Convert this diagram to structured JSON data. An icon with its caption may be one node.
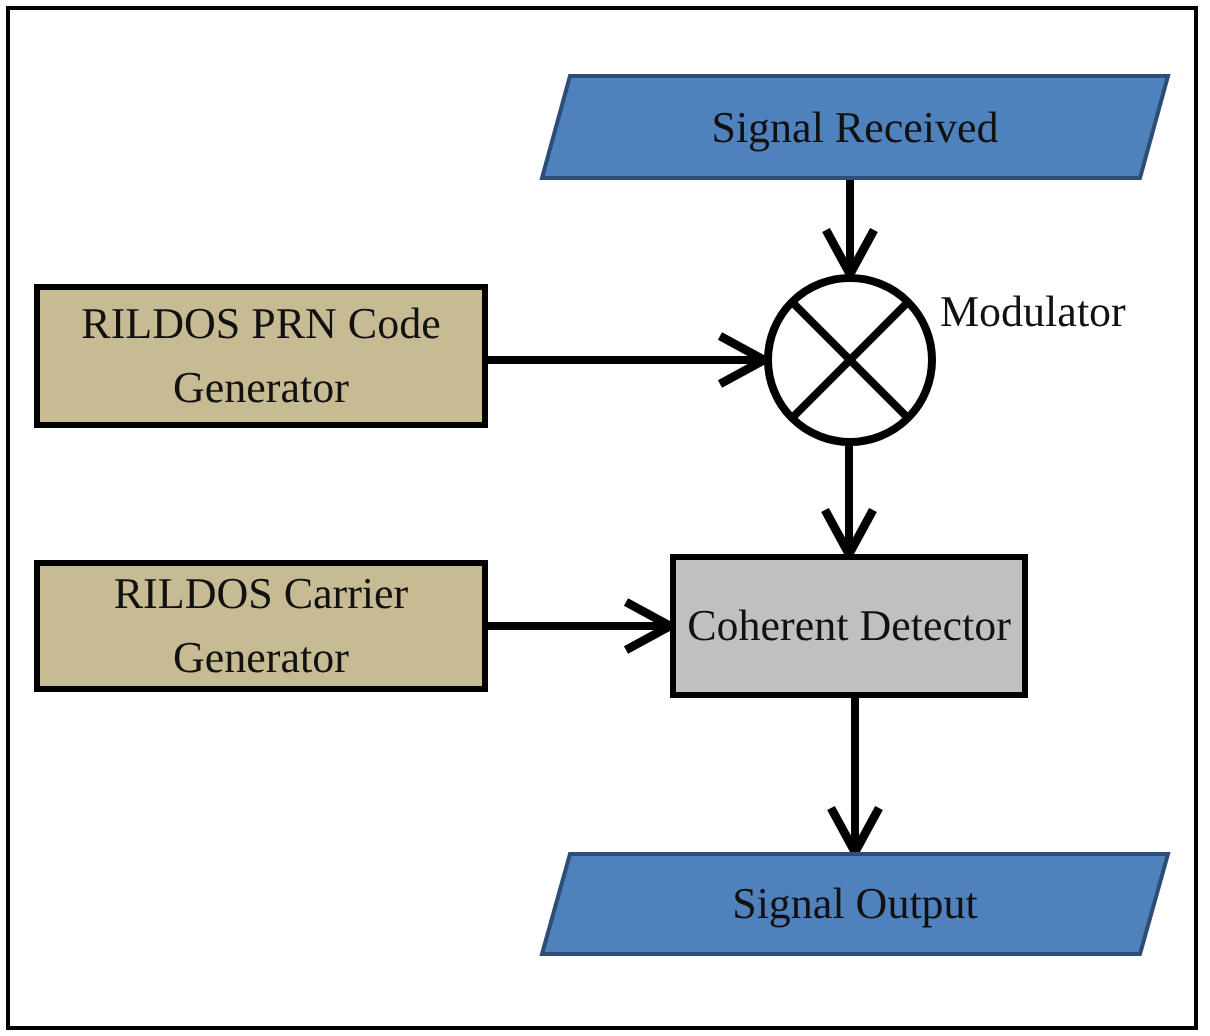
{
  "diagram": {
    "nodes": [
      {
        "text": [
          "Signal Received"
        ]
      },
      {
        "text": [],
        "shape": "circle",
        "beside": [
          "Modulator"
        ]
      },
      {
        "text": [
          "RILDOS PRN Code Generator"
        ]
      },
      {
        "text": [
          "RILDOS Carrier Generator"
        ]
      },
      {
        "text": [
          "Coherent Detector"
        ]
      },
      {
        "text": [
          "Signal Output"
        ]
      }
    ],
    "edges": [
      {
        "from": 0,
        "to": 1,
        "arrow": "to"
      },
      {
        "from": 2,
        "to": 1,
        "arrow": "to"
      },
      {
        "from": 1,
        "to": 4,
        "arrow": "to"
      },
      {
        "from": 3,
        "to": 4,
        "arrow": "to"
      },
      {
        "from": 4,
        "to": 5,
        "arrow": "to"
      }
    ]
  }
}
